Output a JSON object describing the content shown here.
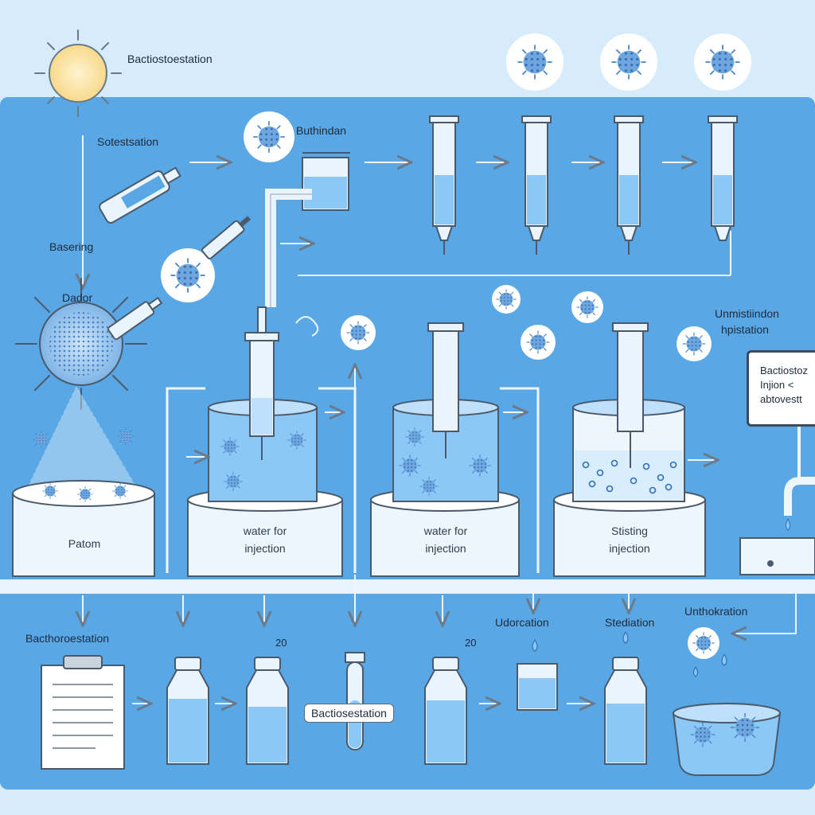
{
  "labels": {
    "top_sun": "Bactiostoestation",
    "sotestsation": "Sotestsation",
    "buthindan": "Buthindan",
    "basering": "Basering",
    "dador": "Dador",
    "unmistindon": "Unmistiindon",
    "hpistation": "hpistation",
    "bottom_left": "Bacthoroestation",
    "udorcation": "Udorcation",
    "stedation": "Stediation",
    "unthokration": "Unthokration",
    "bactiostation_box": "Bactiosestation",
    "small_20_a": "20",
    "small_20_b": "20"
  },
  "panels": {
    "p1": "Patom",
    "p2_line1": "water for",
    "p2_line2": "injection",
    "p3_line1": "water for",
    "p3_line2": "injection",
    "p4_line1": "Stisting",
    "p4_line2": "injection"
  },
  "sign": {
    "line1": "Bactiostoz",
    "line2": "Injion <",
    "line3": "abtovestt"
  },
  "colors": {
    "background": "#d7ecfb",
    "panel_blue": "#5aa7e6",
    "water": "#8cc8f5",
    "virus": "#3f7fc8",
    "outline": "#4a5a6a"
  },
  "icons": [
    "sun-icon",
    "virus-icon",
    "syringe-icon",
    "test-tube-icon",
    "beaker-icon",
    "vial-icon",
    "clipboard-icon",
    "faucet-icon",
    "arrow-icon"
  ]
}
